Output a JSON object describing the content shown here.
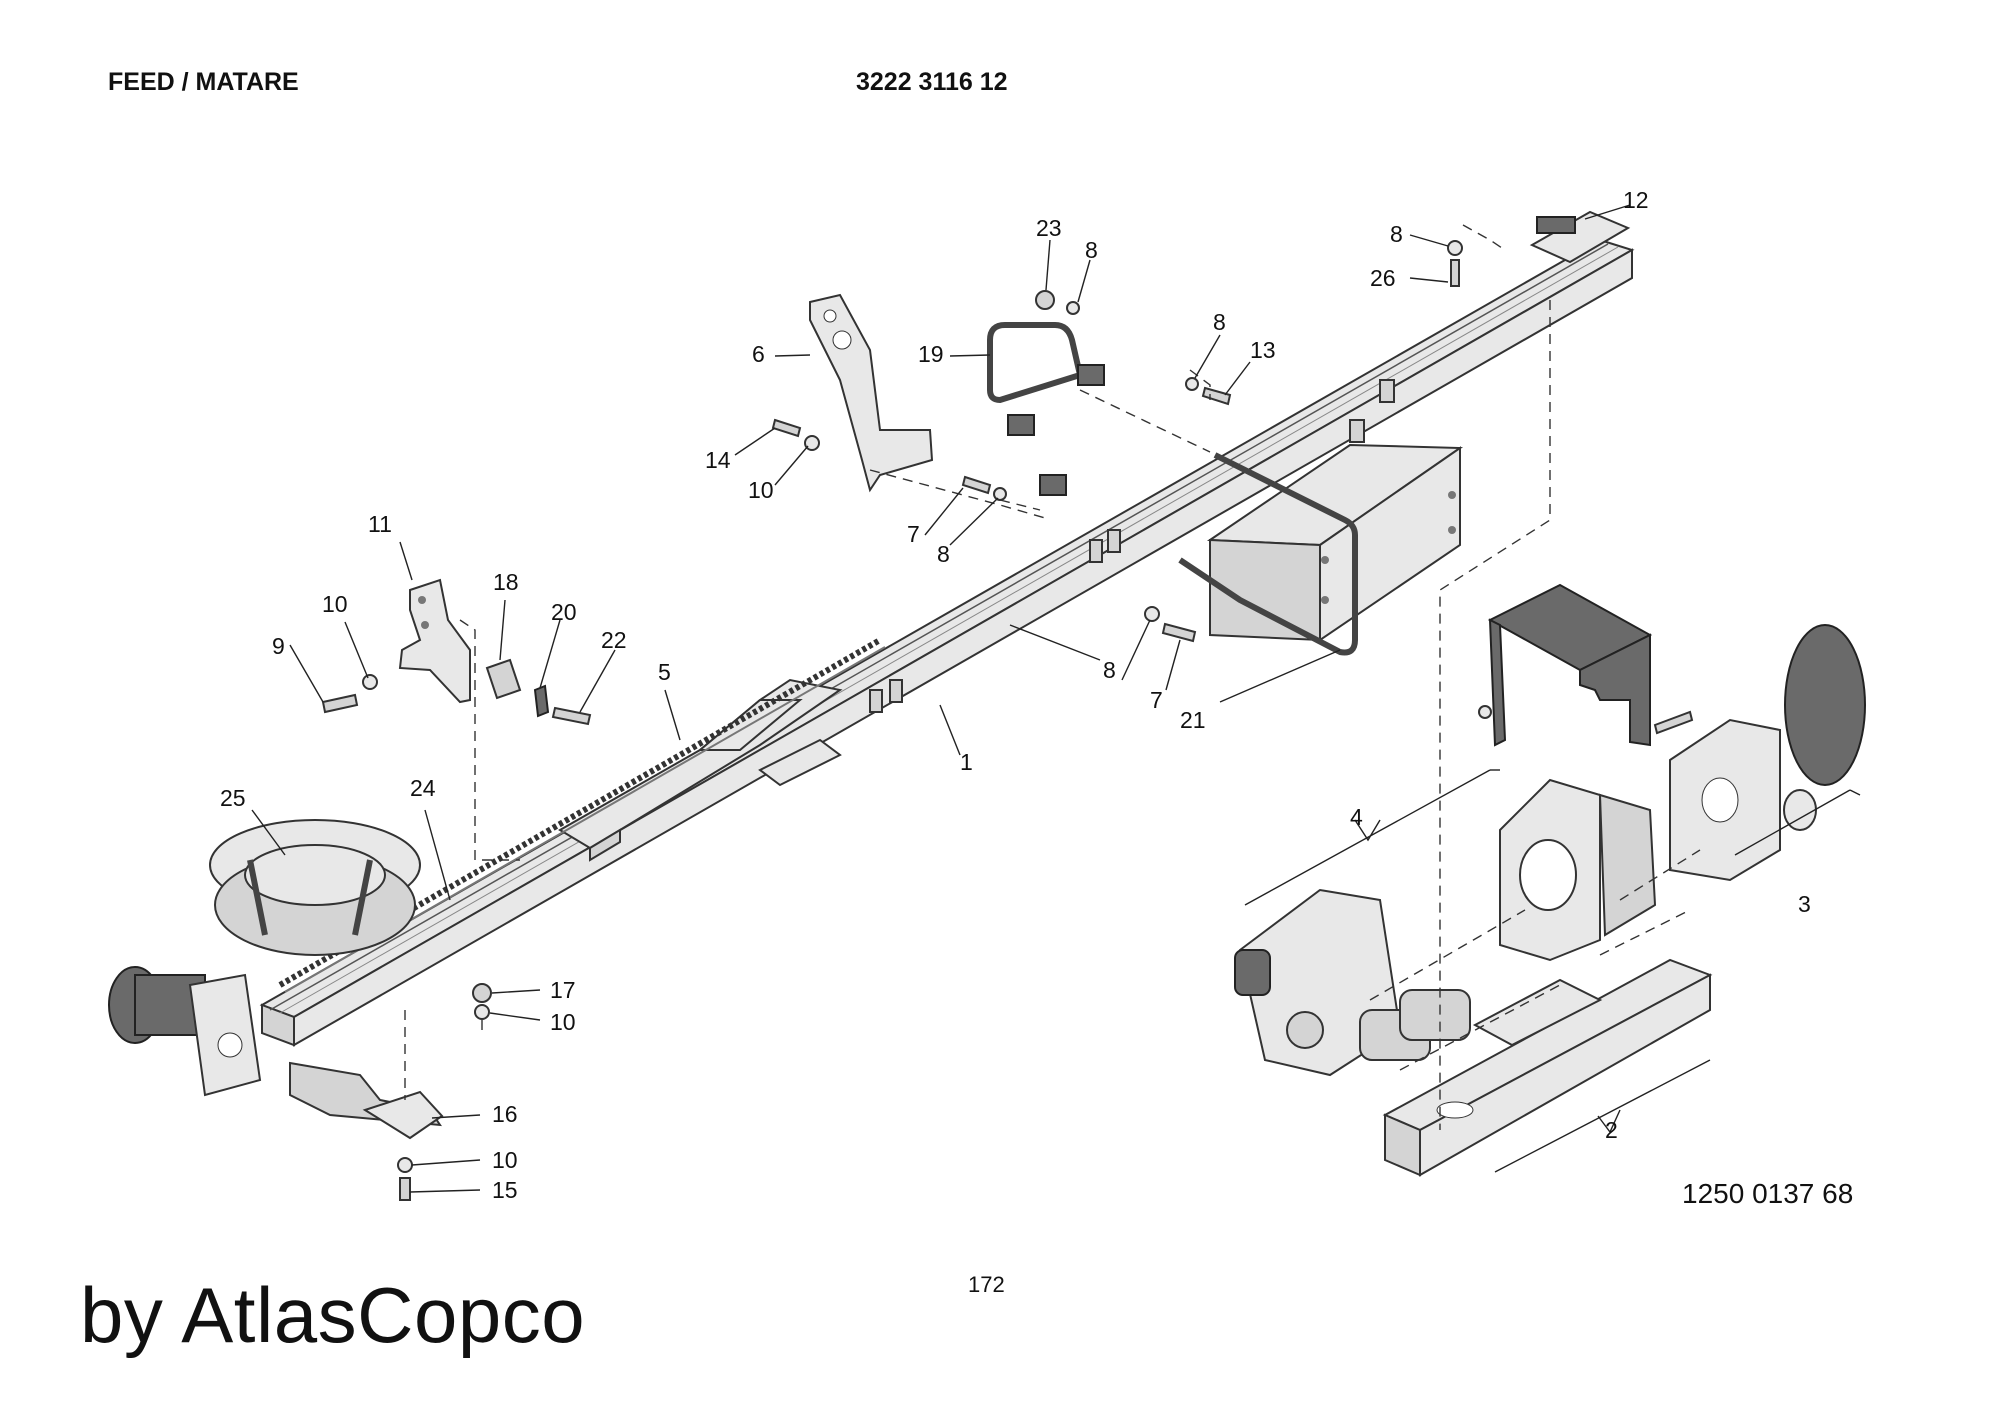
{
  "header": {
    "title": "FEED / MATARE",
    "part_number": "3222 3116 12"
  },
  "footer": {
    "drawing_number": "1250 0137 68",
    "page_number": "172",
    "brand": "by AtlasCopco"
  },
  "callouts": [
    {
      "id": "c1",
      "label": "1"
    },
    {
      "id": "c2",
      "label": "2"
    },
    {
      "id": "c3",
      "label": "3"
    },
    {
      "id": "c4",
      "label": "4"
    },
    {
      "id": "c5",
      "label": "5"
    },
    {
      "id": "c6",
      "label": "6"
    },
    {
      "id": "c7a",
      "label": "7"
    },
    {
      "id": "c7b",
      "label": "7"
    },
    {
      "id": "c8a",
      "label": "8"
    },
    {
      "id": "c8b",
      "label": "8"
    },
    {
      "id": "c8c",
      "label": "8"
    },
    {
      "id": "c8d",
      "label": "8"
    },
    {
      "id": "c8e",
      "label": "8"
    },
    {
      "id": "c9",
      "label": "9"
    },
    {
      "id": "c10a",
      "label": "10"
    },
    {
      "id": "c10b",
      "label": "10"
    },
    {
      "id": "c10c",
      "label": "10"
    },
    {
      "id": "c10d",
      "label": "10"
    },
    {
      "id": "c11",
      "label": "11"
    },
    {
      "id": "c12",
      "label": "12"
    },
    {
      "id": "c13",
      "label": "13"
    },
    {
      "id": "c14",
      "label": "14"
    },
    {
      "id": "c15",
      "label": "15"
    },
    {
      "id": "c16",
      "label": "16"
    },
    {
      "id": "c17",
      "label": "17"
    },
    {
      "id": "c18",
      "label": "18"
    },
    {
      "id": "c19",
      "label": "19"
    },
    {
      "id": "c20",
      "label": "20"
    },
    {
      "id": "c21",
      "label": "21"
    },
    {
      "id": "c22",
      "label": "22"
    },
    {
      "id": "c23",
      "label": "23"
    },
    {
      "id": "c24",
      "label": "24"
    },
    {
      "id": "c25",
      "label": "25"
    },
    {
      "id": "c26",
      "label": "26"
    }
  ]
}
